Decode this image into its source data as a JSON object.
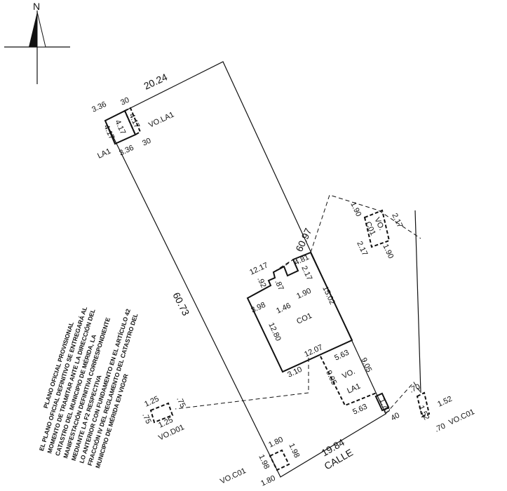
{
  "north_arrow": {
    "label": "N"
  },
  "lot": {
    "top_length": "20.24",
    "right_length": "60.97",
    "left_length": "60.73",
    "front_length": "19.84",
    "street": "CALLE",
    "front_corner": "40"
  },
  "la1": {
    "name": "LA1",
    "top": "3.36",
    "top_small": "30",
    "bottom": "3.36",
    "bottom_small": "30",
    "side_left": "4.17",
    "side_mid": "4.17",
    "side_right": "4.17",
    "vo_label": "VO.LA1"
  },
  "co1": {
    "name": "CO1",
    "d_12_17": "12.17",
    "d_4_81": "4.81",
    "d_2_17": "2.17",
    "d_1_90": "1.90",
    "d_92": ".92",
    "d_87": ".87",
    "d_1_46": "1.46",
    "d_3_98": "3.98",
    "d_15_02": "15.02",
    "d_12_80": "12.80",
    "d_12_07": "12.07",
    "d_3_10": "3.10"
  },
  "vo_la1": {
    "label_1": "VO.",
    "label_2": "LA1",
    "top": "5.63",
    "bottom": "5.63",
    "left": "9.05",
    "right": "9.05",
    "small": "1.70"
  },
  "vo_co1_detail": {
    "label_1": "VO.",
    "label_2": "C01",
    "top": "1.90",
    "bottom": "1.90",
    "left": "2.17",
    "right": "2.17"
  },
  "vo_d01": {
    "label": "VO.D01",
    "top": "1.25",
    "bottom": "1.25",
    "left": ".75",
    "right": ".75"
  },
  "vo_co1_left": {
    "label": "VO.C01",
    "top": "1.80",
    "bottom": "1.80",
    "left": "1.98",
    "right": "1.98"
  },
  "vo_co1_right": {
    "label": "VO.C01",
    "a": ".70",
    "b": "1.52",
    "c": "1.52",
    "d": ".70"
  },
  "note": {
    "title": "PLANO OFICIAL PROVISIONAL",
    "lines": [
      "EL PLANO OFICIAL DEFINITIVO SE ENTREGARÁ AL",
      "MOMENTO DE TRAMITAR ANTE LA DIRECCIÓN DEL",
      "CATASTRO DEL MUNICIPIO DE MÉRIDA, LA",
      "MANIFESTACIÓN DEFINITIVA CORRESPONDIENTE",
      "MEDIANTE LA F2 RESPECTIVA",
      "LO ANTERIOR CON FUNDAMENTO EN EL ARTÍCULO 42",
      "FRACCIÓN IV DEL REGLAMENTO DEL CATASTRO DEL",
      "MUNICIPIO DE MÉRIDA EN VIGOR"
    ]
  }
}
